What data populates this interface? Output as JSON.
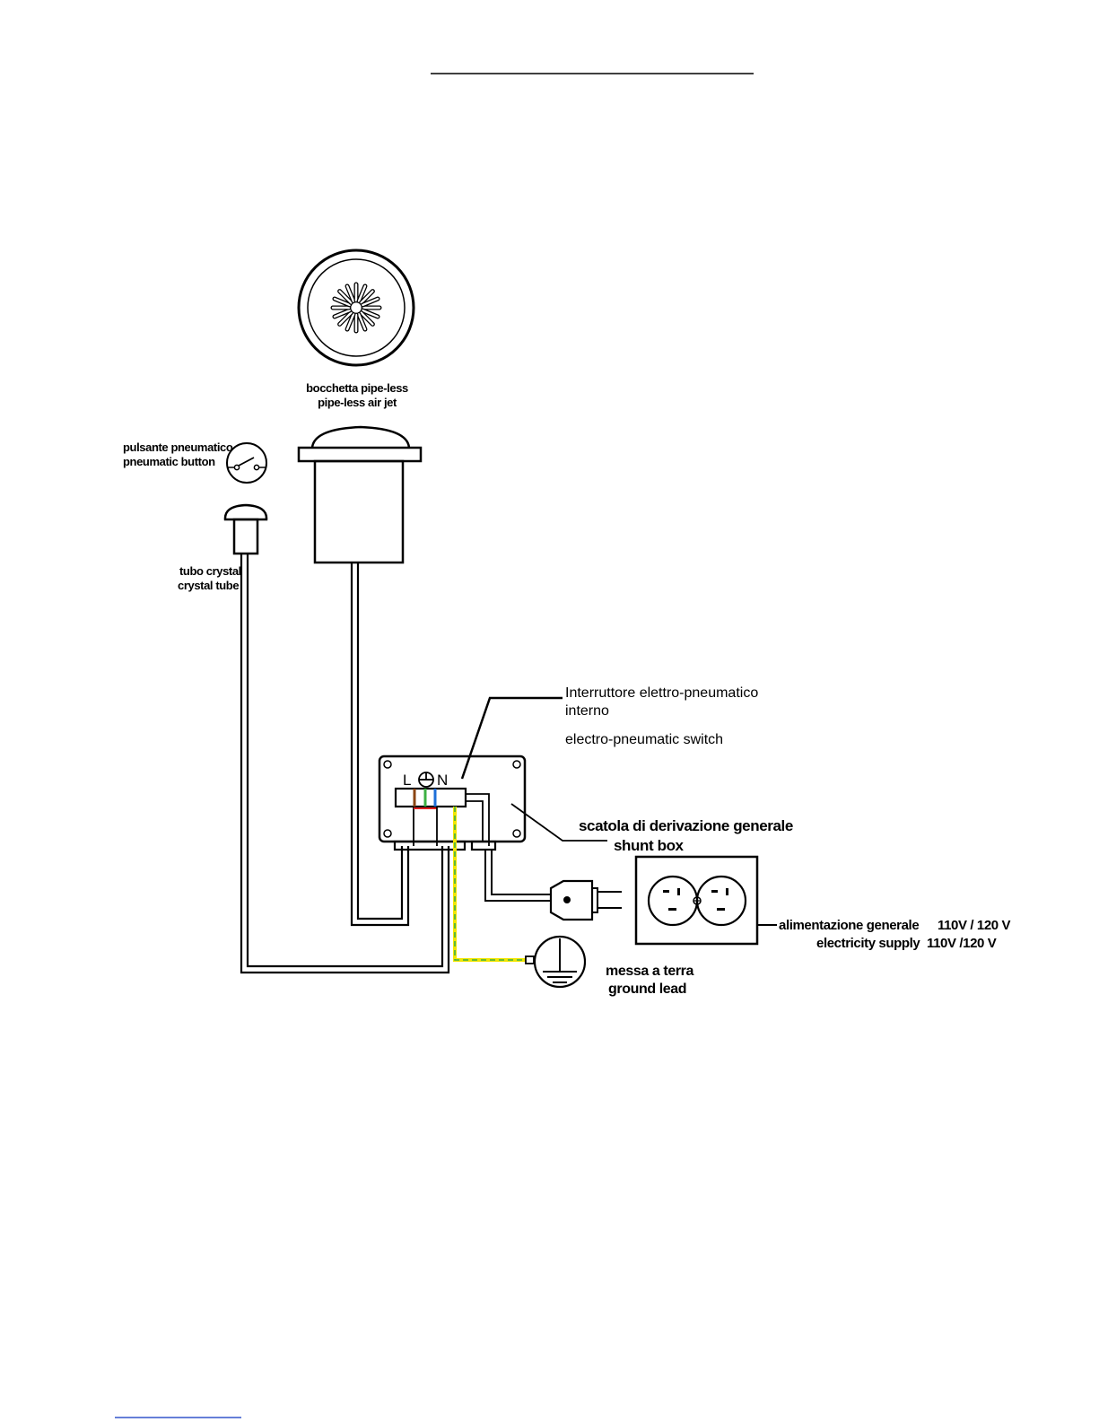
{
  "labels": {
    "air_jet_it": "bocchetta pipe-less",
    "air_jet_en": "pipe-less air jet",
    "button_it": "pulsante pneumatico",
    "button_en": "pneumatic button",
    "tube_it": "tubo crystal",
    "tube_en": "crystal tube",
    "switch_it_line1": "Interruttore elettro-pneumatico",
    "switch_it_line2": "interno",
    "switch_en": "electro-pneumatic switch",
    "shunt_it": "scatola di derivazione generale",
    "shunt_en": "shunt box",
    "supply_it": "alimentazione generale",
    "supply_it_voltage": "110V / 120 V",
    "supply_en": "electricity supply",
    "supply_en_voltage": "110V /120 V",
    "ground_it": "messa a terra",
    "ground_en": "ground lead",
    "terminal_l": "L",
    "terminal_n": "N"
  },
  "colors": {
    "line": "#000000",
    "wire_live": "#8b4513",
    "wire_neutral": "#1e6fd9",
    "wire_earth_green": "#3cb043",
    "wire_earth_yellow": "#f2e600",
    "wire_red": "#e02020",
    "link_underline": "#3355cc"
  },
  "icons": {
    "air_jet_top": "air-jet-top-icon",
    "air_jet_side": "air-jet-side-icon",
    "button_symbol": "switch-symbol-icon",
    "button_side": "pneumatic-button-icon",
    "plug": "plug-icon",
    "outlet": "outlet-icon",
    "ground": "ground-icon"
  }
}
